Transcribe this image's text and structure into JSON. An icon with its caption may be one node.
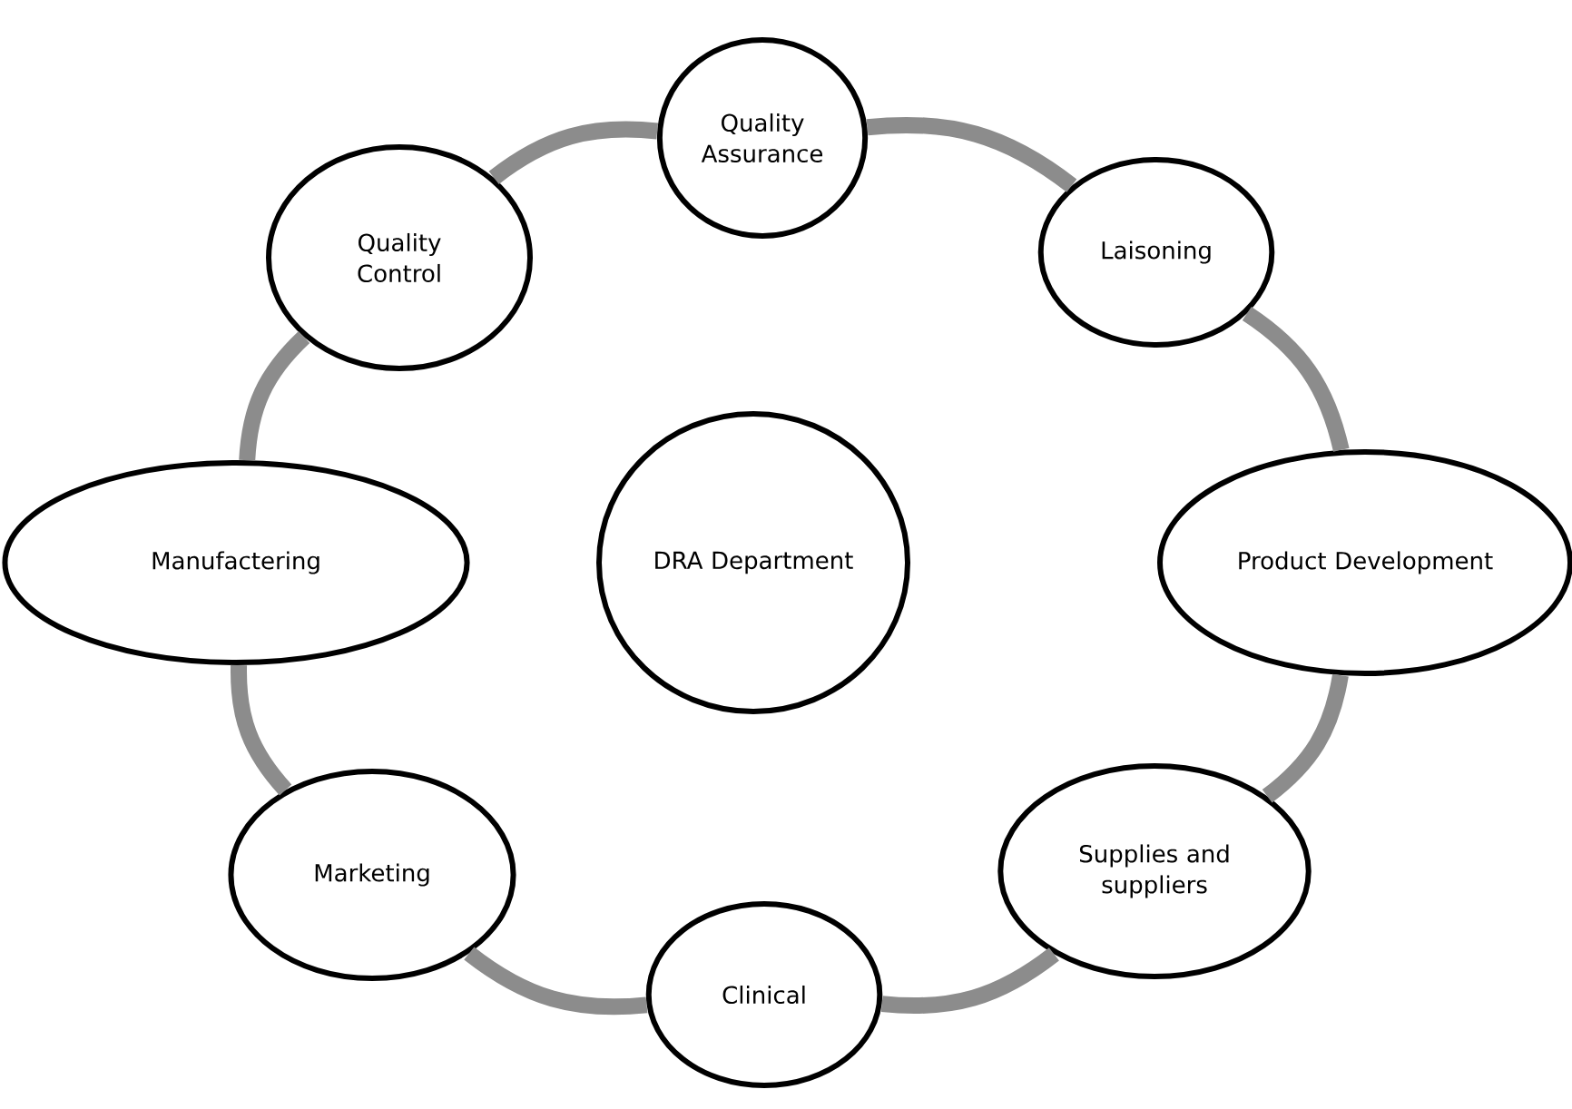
{
  "diagram": {
    "nodes": [
      {
        "text": [
          "Quality Assurance"
        ]
      },
      {
        "text": [
          "Laisoning"
        ]
      },
      {
        "text": [
          "Product Development"
        ]
      },
      {
        "text": [
          "Supplies and suppliers"
        ]
      },
      {
        "text": [
          "Clinical"
        ]
      },
      {
        "text": [
          "Marketing"
        ]
      },
      {
        "text": [
          "Manufactering"
        ]
      },
      {
        "text": [
          "Quality Control"
        ]
      },
      {
        "text": [
          "DRA Department"
        ]
      }
    ],
    "edges": [
      {
        "from": 0,
        "to": 1,
        "arrow": "none"
      },
      {
        "from": 1,
        "to": 2,
        "arrow": "none"
      },
      {
        "from": 2,
        "to": 3,
        "arrow": "none"
      },
      {
        "from": 3,
        "to": 4,
        "arrow": "none"
      },
      {
        "from": 4,
        "to": 5,
        "arrow": "none"
      },
      {
        "from": 5,
        "to": 6,
        "arrow": "none"
      },
      {
        "from": 6,
        "to": 7,
        "arrow": "none"
      },
      {
        "from": 7,
        "to": 0,
        "arrow": "none"
      }
    ]
  }
}
